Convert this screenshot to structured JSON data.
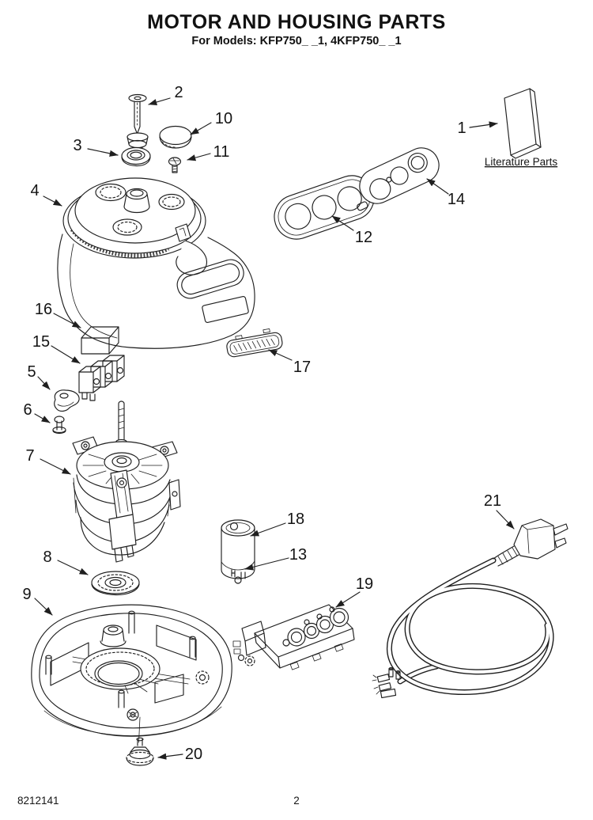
{
  "page": {
    "title": "MOTOR AND HOUSING PARTS",
    "subtitle": "For Models: KFP750_ _1, 4KFP750_ _1",
    "doc_number": "8212141",
    "page_number": "2"
  },
  "diagram": {
    "literature_label": "Literature Parts",
    "ink_color": "#1f1f1f",
    "callouts": [
      {
        "label": "1"
      },
      {
        "label": "2"
      },
      {
        "label": "3"
      },
      {
        "label": "4"
      },
      {
        "label": "5"
      },
      {
        "label": "6"
      },
      {
        "label": "7"
      },
      {
        "label": "8"
      },
      {
        "label": "9"
      },
      {
        "label": "10"
      },
      {
        "label": "11"
      },
      {
        "label": "12"
      },
      {
        "label": "13"
      },
      {
        "label": "14"
      },
      {
        "label": "15"
      },
      {
        "label": "16"
      },
      {
        "label": "17"
      },
      {
        "label": "18"
      },
      {
        "label": "19"
      },
      {
        "label": "20"
      },
      {
        "label": "21"
      }
    ]
  }
}
